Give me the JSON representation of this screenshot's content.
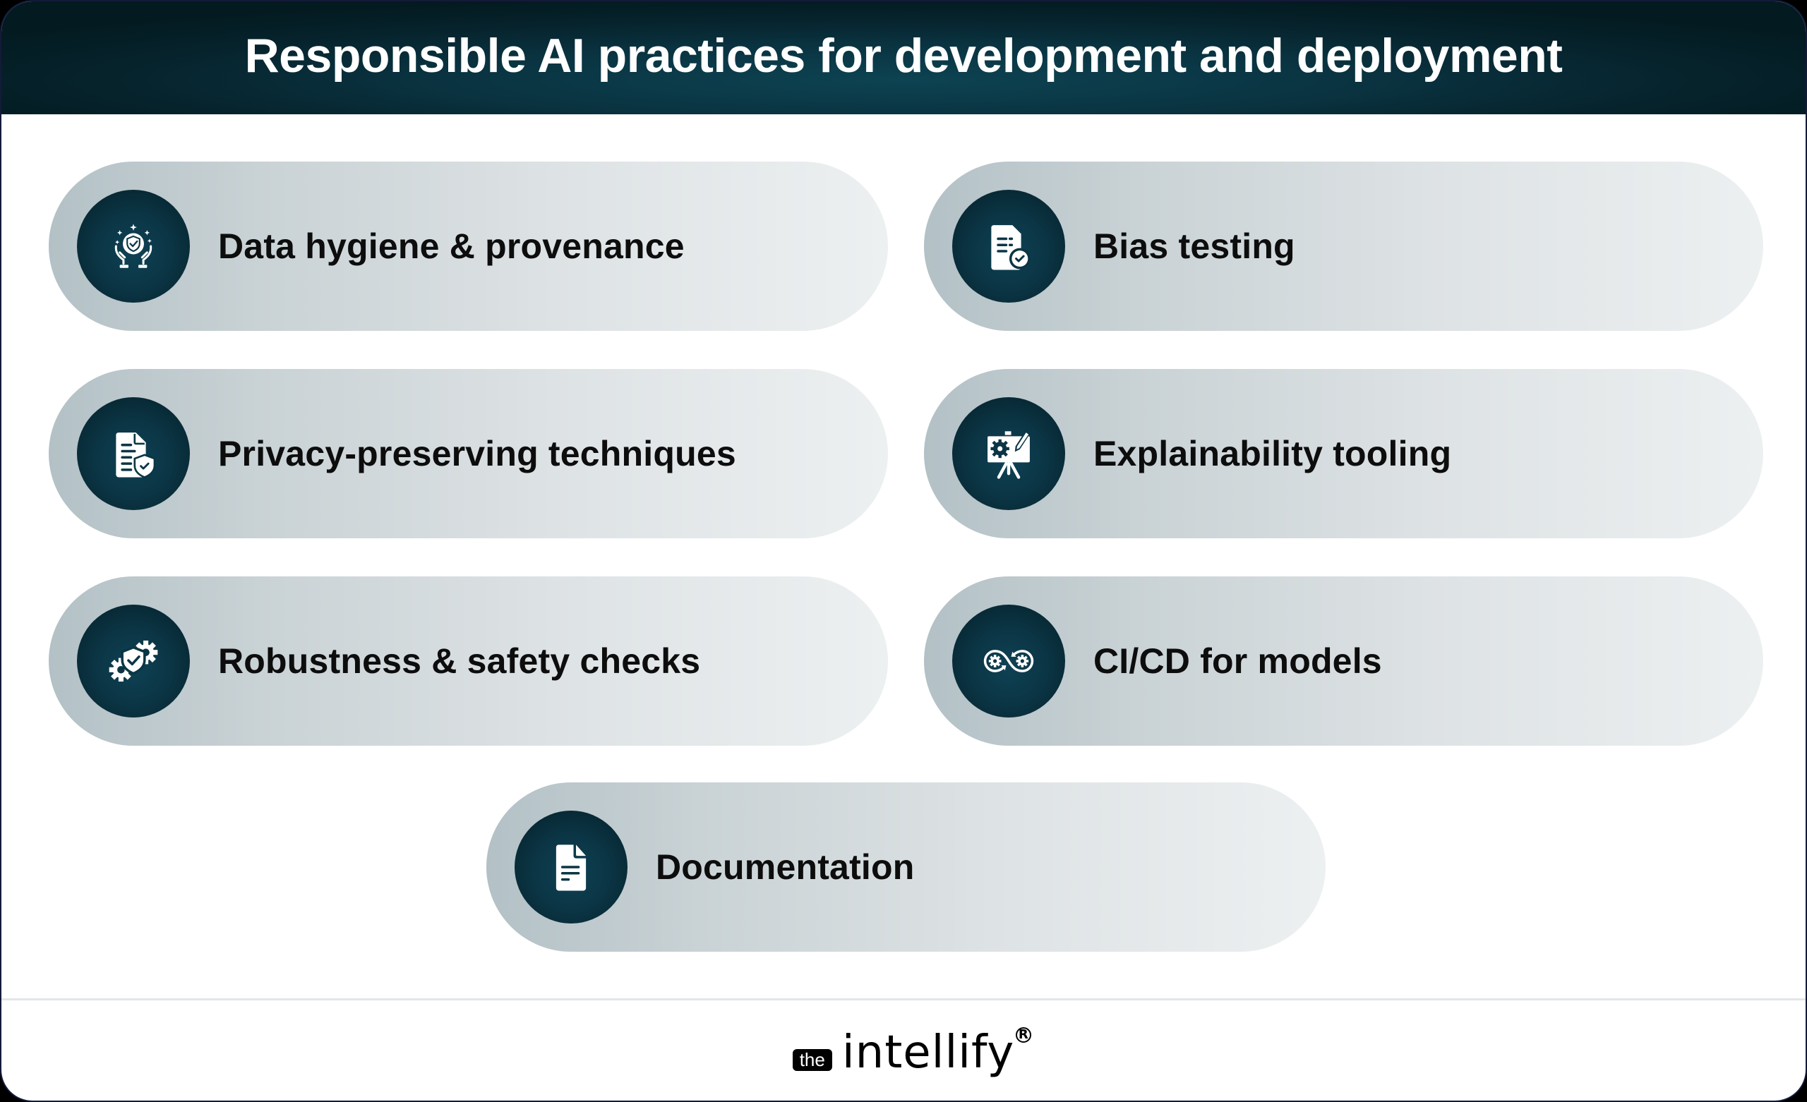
{
  "header": {
    "title": "Responsible AI practices for development and deployment"
  },
  "colors": {
    "header_dark": "#031a20",
    "header_glow": "#0d4352",
    "pill_start": "#b3c1c6",
    "pill_end": "#edf0f1",
    "icon_circle": "#0b3545",
    "label_text": "#0d0d0d",
    "divider": "#e3e6e9"
  },
  "practices": [
    {
      "label": "Data hygiene & provenance",
      "icon": "hands-shield-check-icon"
    },
    {
      "label": "Bias testing",
      "icon": "document-check-icon"
    },
    {
      "label": "Privacy-preserving techniques",
      "icon": "document-shield-icon"
    },
    {
      "label": "Explainability tooling",
      "icon": "presentation-board-gear-pencil-icon"
    },
    {
      "label": "Robustness & safety checks",
      "icon": "gears-shield-check-icon"
    },
    {
      "label": "CI/CD for models",
      "icon": "infinity-loop-gears-icon"
    },
    {
      "label": "Documentation",
      "icon": "document-icon"
    }
  ],
  "footer": {
    "logo_prefix": "the",
    "logo_word": "intellify",
    "logo_mark": "R"
  }
}
